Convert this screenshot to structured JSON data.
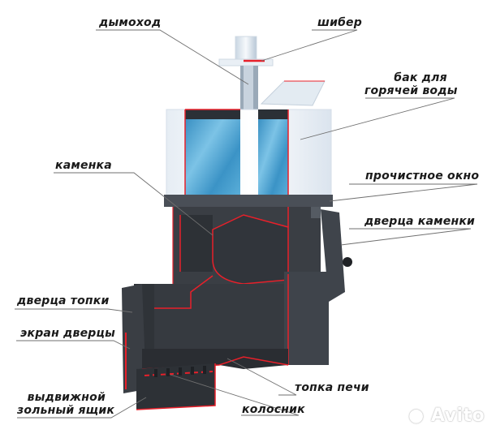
{
  "diagram": {
    "type": "labeled cutaway illustration",
    "subject": "sauna wood stove with hot water tank",
    "colors": {
      "steel": "#3b3f45",
      "steel_dark": "#2a2d32",
      "steel_light": "#4b5058",
      "cut_edge": "#e8202a",
      "tank": "#eef3f8",
      "water": "#4fa3cf",
      "leader": "#6f6f6f"
    },
    "labels": [
      {
        "id": "chimney",
        "text": "дымоход"
      },
      {
        "id": "damper",
        "text": "шибер"
      },
      {
        "id": "tank_line1",
        "text": "бак для"
      },
      {
        "id": "tank_line2",
        "text": "горячей воды"
      },
      {
        "id": "heater",
        "text": "каменка"
      },
      {
        "id": "cleaning_window",
        "text": "прочистное окно"
      },
      {
        "id": "heater_door",
        "text": "дверца каменки"
      },
      {
        "id": "firebox_door",
        "text": "дверца топки"
      },
      {
        "id": "door_screen",
        "text": "экран дверцы"
      },
      {
        "id": "ash_line1",
        "text": "выдвижной"
      },
      {
        "id": "ash_line2",
        "text": "зольный ящик"
      },
      {
        "id": "firebox",
        "text": "топка печи"
      },
      {
        "id": "grate",
        "text": "колосник"
      }
    ]
  },
  "watermark": {
    "text": "Avito",
    "icon": "avito-dots-icon"
  }
}
